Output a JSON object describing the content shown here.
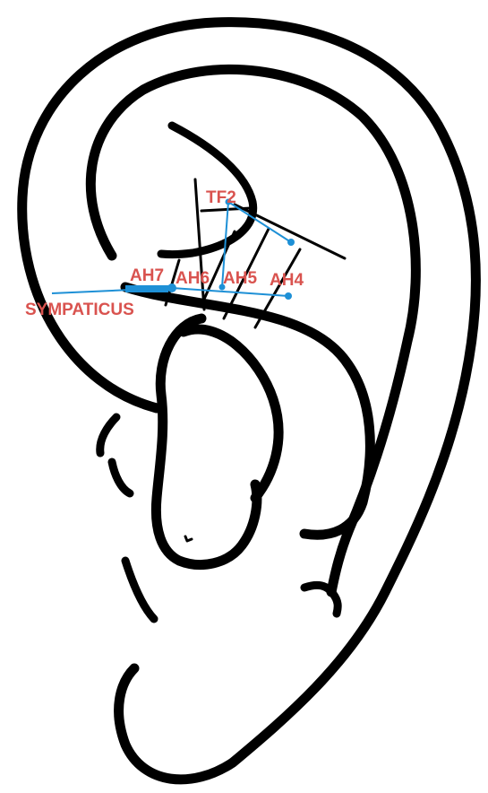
{
  "diagram": {
    "colors": {
      "outline": "#000000",
      "label": "#d9534f",
      "pointer": "#1e90d6",
      "background": "#ffffff"
    },
    "labels": {
      "tf2": "TF2",
      "ah7": "AH7",
      "ah6": "AH6",
      "ah5": "AH5",
      "ah4": "AH4",
      "sympaticus": "SYMPATICUS"
    }
  }
}
